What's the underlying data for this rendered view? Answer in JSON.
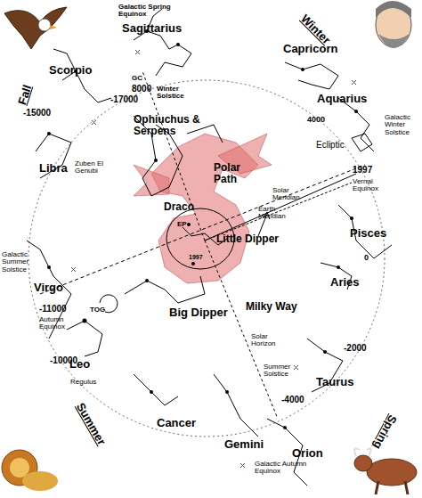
{
  "diagram": {
    "labels": [
      "Galactic Spring Equinox",
      "Sagittarius",
      "Capricorn",
      "Winter",
      "Scorpio",
      "GC",
      "8000",
      "Winter Solstice",
      "-17000",
      "Fall",
      "-15000",
      "Ophiuchus & Serpens",
      "Aquarius",
      "4000",
      "Ecliptic",
      "Galactic Winter Solstice",
      "1997",
      "Vernal Equinox",
      "Libra",
      "Zuben El Genubi",
      "Polar Path",
      "Solar Meridian",
      "Earth Meridian",
      "Draco",
      "EP",
      "Pisces",
      "Little Dipper",
      "1997",
      "0",
      "Galactic Summer Solstice",
      "Virgo",
      "-11000",
      "Autumn Equinox",
      "TOG",
      "Big Dipper",
      "Milky Way",
      "Aries",
      "-10000",
      "Solar Horizon",
      "-2000",
      "Leo",
      "Regulus",
      "Summer Solstice",
      "Taurus",
      "-4000",
      "Spring",
      "Summer",
      "Cancer",
      "Gemini",
      "Orion",
      "Galactic Autumn Equinox"
    ]
  }
}
